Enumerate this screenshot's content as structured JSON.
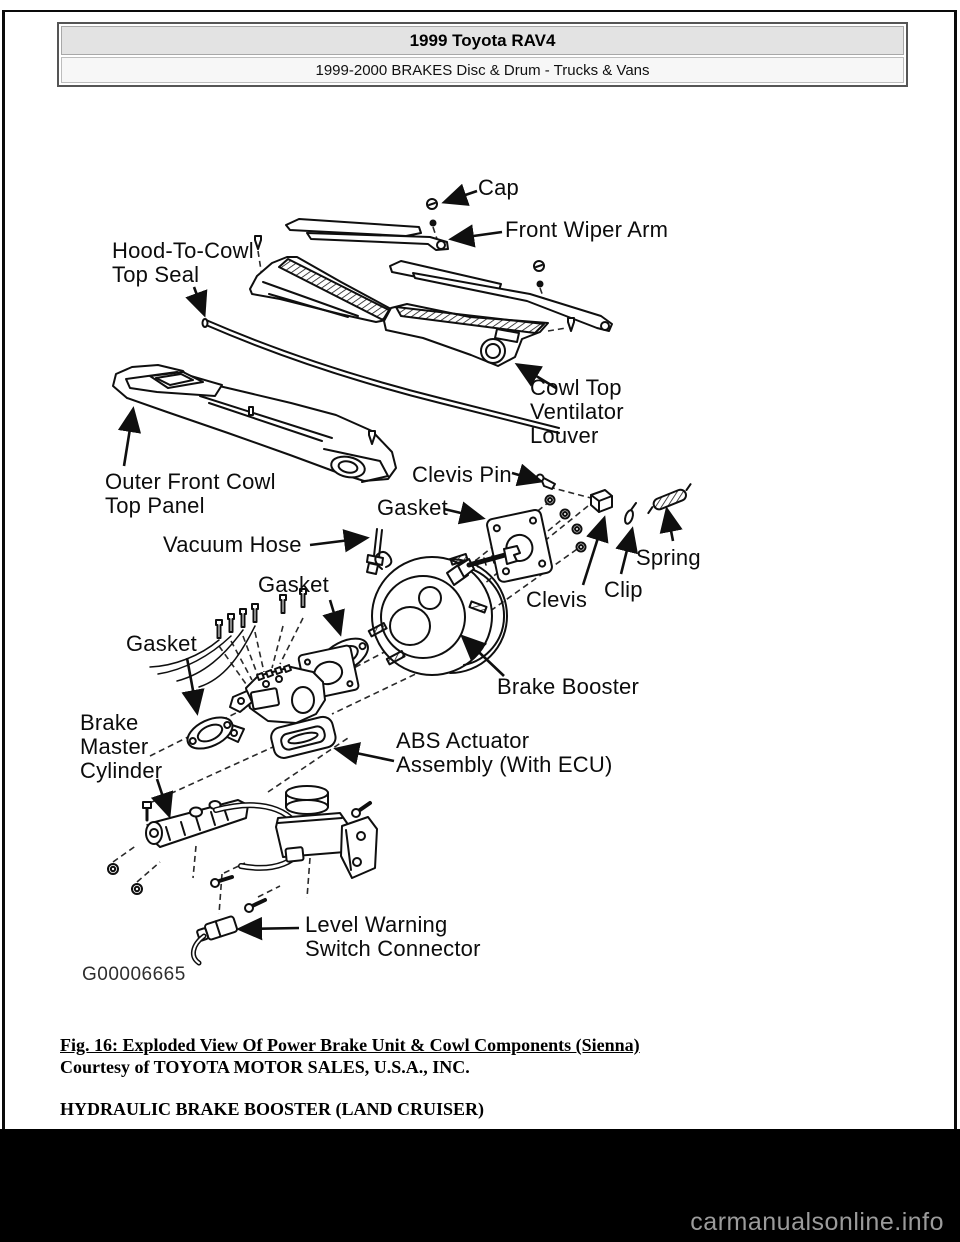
{
  "header": {
    "title": "1999 Toyota RAV4",
    "subtitle": "1999-2000 BRAKES Disc & Drum - Trucks & Vans"
  },
  "diagram": {
    "labels": [
      {
        "id": "cap",
        "text": "Cap"
      },
      {
        "id": "front-wiper-arm",
        "text": "Front Wiper Arm"
      },
      {
        "id": "hood-to-cowl-top-seal",
        "text": "Hood-To-Cowl\nTop Seal"
      },
      {
        "id": "cowl-top-ventilator-louver",
        "text": "Cowl Top\nVentilator\nLouver"
      },
      {
        "id": "outer-front-cowl-top-panel",
        "text": "Outer Front Cowl\nTop Panel"
      },
      {
        "id": "clevis-pin",
        "text": "Clevis Pin"
      },
      {
        "id": "gasket-upper",
        "text": "Gasket"
      },
      {
        "id": "vacuum-hose",
        "text": "Vacuum Hose"
      },
      {
        "id": "gasket-middle",
        "text": "Gasket"
      },
      {
        "id": "gasket-lower",
        "text": "Gasket"
      },
      {
        "id": "clevis",
        "text": "Clevis"
      },
      {
        "id": "clip",
        "text": "Clip"
      },
      {
        "id": "spring",
        "text": "Spring"
      },
      {
        "id": "brake-booster",
        "text": "Brake Booster"
      },
      {
        "id": "brake-master-cylinder",
        "text": "Brake\nMaster\nCylinder"
      },
      {
        "id": "abs-actuator",
        "text": "ABS Actuator\nAssembly (With ECU)"
      },
      {
        "id": "level-warning-switch-connector",
        "text": "Level Warning\nSwitch Connector"
      },
      {
        "id": "figure-code",
        "text": "G00006665"
      }
    ]
  },
  "caption": {
    "figure_title": "Fig. 16: Exploded View Of Power Brake Unit & Cowl Components (Sienna)",
    "courtesy": "Courtesy of TOYOTA MOTOR SALES, U.S.A., INC.",
    "section_heading": "HYDRAULIC BRAKE BOOSTER (LAND CRUISER)"
  },
  "footer": {
    "watermark": "carmanualsonline.info"
  },
  "colors": {
    "header_row1_bg": "#e3e3e3",
    "header_row2_bg": "#f7f7f7",
    "footer_bg": "#000000",
    "watermark_text": "#9b9b9b"
  }
}
